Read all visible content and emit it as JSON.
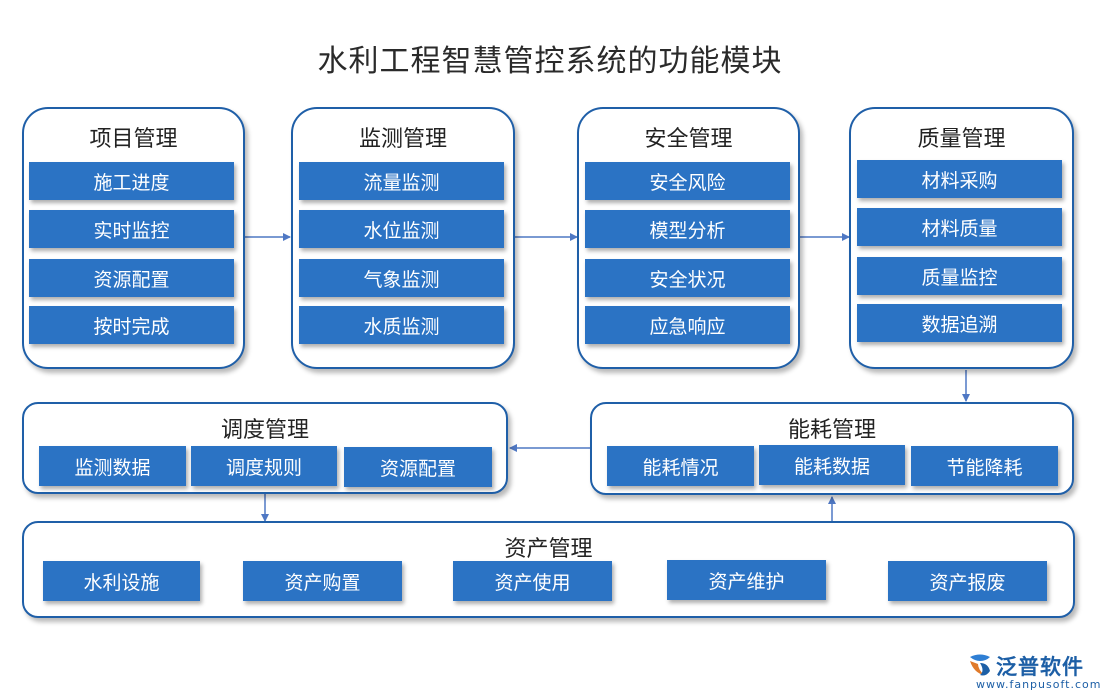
{
  "title": "水利工程智慧管控系统的功能模块",
  "colors": {
    "border": "#1f5fa8",
    "item_bg": "#2b73c4",
    "item_text": "#ffffff",
    "arrow": "#4f78c4"
  },
  "modules": {
    "project": {
      "title": "项目管理",
      "items": [
        "施工进度",
        "实时监控",
        "资源配置",
        "按时完成"
      ]
    },
    "monitor": {
      "title": "监测管理",
      "items": [
        "流量监测",
        "水位监测",
        "气象监测",
        "水质监测"
      ]
    },
    "safety": {
      "title": "安全管理",
      "items": [
        "安全风险",
        "模型分析",
        "安全状况",
        "应急响应"
      ]
    },
    "quality": {
      "title": "质量管理",
      "items": [
        "材料采购",
        "材料质量",
        "质量监控",
        "数据追溯"
      ]
    },
    "dispatch": {
      "title": "调度管理",
      "items": [
        "监测数据",
        "调度规则",
        "资源配置"
      ]
    },
    "energy": {
      "title": "能耗管理",
      "items": [
        "能耗情况",
        "能耗数据",
        "节能降耗"
      ]
    },
    "assets": {
      "title": "资产管理",
      "items": [
        "水利设施",
        "资产购置",
        "资产使用",
        "资产维护",
        "资产报废"
      ]
    }
  },
  "logo": {
    "name": "泛普软件",
    "url": "www.fanpusoft.com",
    "icon": "fanpu-logo-icon"
  }
}
